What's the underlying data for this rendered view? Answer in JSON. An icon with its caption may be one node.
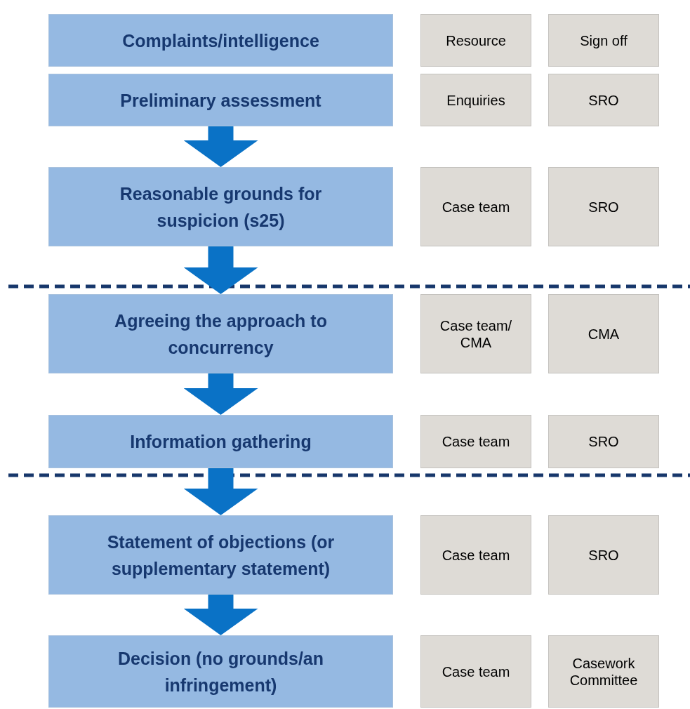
{
  "diagram": {
    "nodes": [
      {
        "text": [
          "Complaints/intelligence"
        ]
      },
      {
        "text": [
          "Resource"
        ]
      },
      {
        "text": [
          "Sign off"
        ]
      },
      {
        "text": [
          "Preliminary assessment"
        ]
      },
      {
        "text": [
          "Enquiries"
        ]
      },
      {
        "text": [
          "SRO"
        ]
      },
      {
        "text": [
          "Reasonable grounds for suspicion (s25)"
        ]
      },
      {
        "text": [
          "Case team"
        ]
      },
      {
        "text": [
          "SRO"
        ]
      },
      {
        "text": [
          "Agreeing the approach to concurrency"
        ]
      },
      {
        "text": [
          "Case team/ CMA"
        ]
      },
      {
        "text": [
          "CMA"
        ]
      },
      {
        "text": [
          "Information gathering"
        ]
      },
      {
        "text": [
          "Case team"
        ]
      },
      {
        "text": [
          "SRO"
        ]
      },
      {
        "text": [
          "Statement of objections (or supplementary statement)"
        ]
      },
      {
        "text": [
          "Case team"
        ]
      },
      {
        "text": [
          "SRO"
        ]
      },
      {
        "text": [
          "Decision (no grounds/an infringement)"
        ]
      },
      {
        "text": [
          "Case team"
        ]
      },
      {
        "text": [
          "Casework Committee"
        ]
      }
    ],
    "edges": [
      {
        "from": 3,
        "to": 6,
        "arrow": "to"
      },
      {
        "from": 6,
        "to": 9,
        "arrow": "to"
      },
      {
        "from": 9,
        "to": 12,
        "arrow": "to"
      },
      {
        "from": 12,
        "to": 15,
        "arrow": "to"
      },
      {
        "from": 15,
        "to": 18,
        "arrow": "to"
      }
    ]
  }
}
